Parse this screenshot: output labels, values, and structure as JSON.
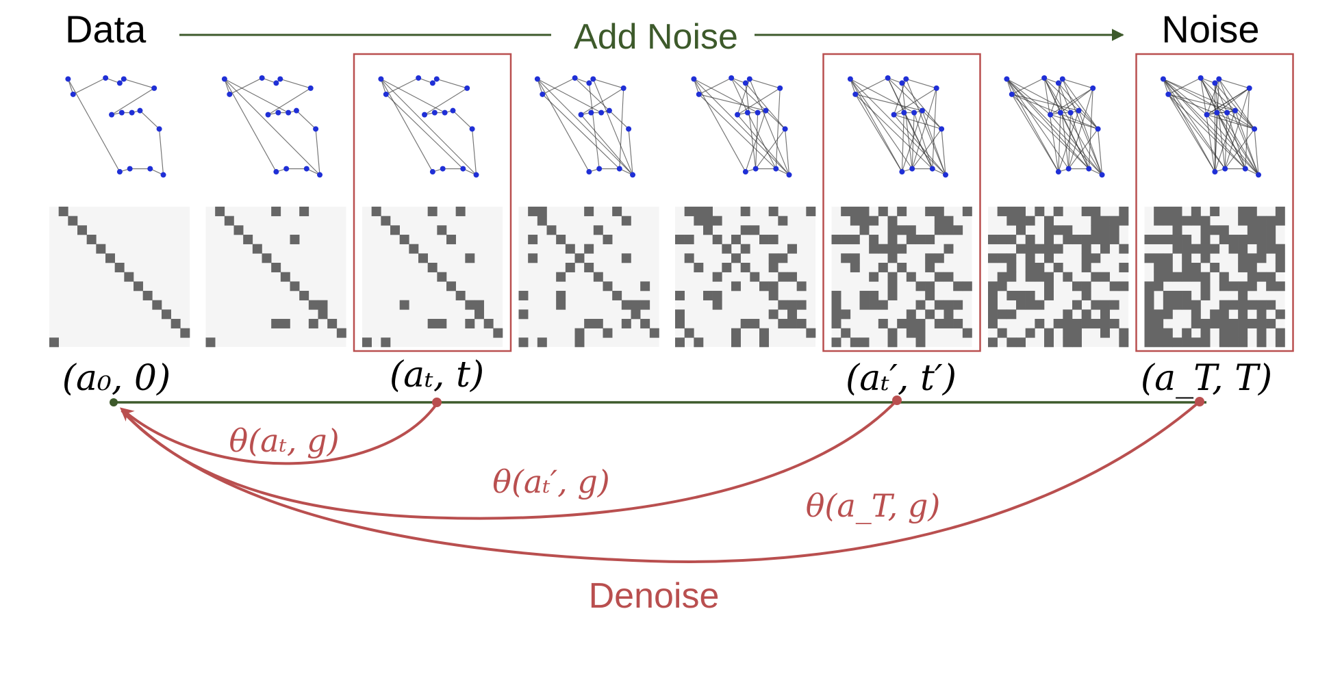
{
  "header": {
    "data_label": "Data",
    "add_noise_label": "Add Noise",
    "noise_label": "Noise"
  },
  "colors": {
    "forward": "#3d5a2b",
    "reverse": "#b94f4f",
    "node": "#1f2fd6",
    "cell_on": "#666666",
    "cell_bg": "#f5f5f5"
  },
  "graph": {
    "node_count": 15,
    "tour": [
      0,
      1,
      2,
      3,
      4,
      5,
      6,
      7,
      8,
      9,
      10,
      11,
      12,
      13,
      14
    ],
    "nodes": [
      [
        0.05,
        0.03
      ],
      [
        0.1,
        0.18
      ],
      [
        0.42,
        0.02
      ],
      [
        0.56,
        0.07
      ],
      [
        0.6,
        0.03
      ],
      [
        0.9,
        0.12
      ],
      [
        0.48,
        0.38
      ],
      [
        0.58,
        0.36
      ],
      [
        0.68,
        0.36
      ],
      [
        0.76,
        0.34
      ],
      [
        0.95,
        0.52
      ],
      [
        0.99,
        0.97
      ],
      [
        0.86,
        0.91
      ],
      [
        0.66,
        0.91
      ],
      [
        0.56,
        0.94
      ]
    ],
    "extras": [
      [
        0,
        11
      ],
      [
        0,
        8
      ],
      [
        1,
        12
      ],
      [
        2,
        9
      ],
      [
        3,
        13
      ],
      [
        4,
        11
      ],
      [
        5,
        12
      ],
      [
        6,
        11
      ],
      [
        7,
        12
      ],
      [
        8,
        13
      ],
      [
        9,
        14
      ],
      [
        10,
        13
      ],
      [
        1,
        9
      ],
      [
        2,
        7
      ],
      [
        3,
        10
      ],
      [
        4,
        6
      ],
      [
        0,
        13
      ],
      [
        1,
        14
      ],
      [
        2,
        12
      ],
      [
        5,
        13
      ],
      [
        6,
        10
      ],
      [
        7,
        14
      ],
      [
        8,
        12
      ],
      [
        9,
        11
      ],
      [
        0,
        6
      ],
      [
        3,
        8
      ],
      [
        2,
        14
      ],
      [
        4,
        10
      ],
      [
        1,
        10
      ],
      [
        5,
        7
      ],
      [
        0,
        12
      ],
      [
        2,
        11
      ],
      [
        3,
        14
      ],
      [
        6,
        9
      ],
      [
        7,
        11
      ],
      [
        8,
        10
      ],
      [
        1,
        13
      ],
      [
        4,
        14
      ],
      [
        5,
        6
      ],
      [
        0,
        9
      ]
    ]
  },
  "frames": [
    {
      "extra_edges": 0,
      "noise_density": 0.0
    },
    {
      "extra_edges": 2,
      "noise_density": 0.02
    },
    {
      "extra_edges": 3,
      "noise_density": 0.04
    },
    {
      "extra_edges": 8,
      "noise_density": 0.12
    },
    {
      "extra_edges": 16,
      "noise_density": 0.25
    },
    {
      "extra_edges": 24,
      "noise_density": 0.38
    },
    {
      "extra_edges": 32,
      "noise_density": 0.5
    },
    {
      "extra_edges": 40,
      "noise_density": 0.62
    }
  ],
  "highlighted_frames": [
    2,
    5,
    7
  ],
  "timepoints": [
    {
      "frame": 0,
      "label": "(a₀, 0)"
    },
    {
      "frame": 2,
      "label": "(aₜ, t)"
    },
    {
      "frame": 5,
      "label": "(aₜ′, t′)"
    },
    {
      "frame": 7,
      "label": "(a_T, T)"
    }
  ],
  "denoise": {
    "arc_labels": [
      "θ(aₜ, g)",
      "θ(aₜ′, g)",
      "θ(a_T, g)"
    ],
    "label": "Denoise"
  }
}
